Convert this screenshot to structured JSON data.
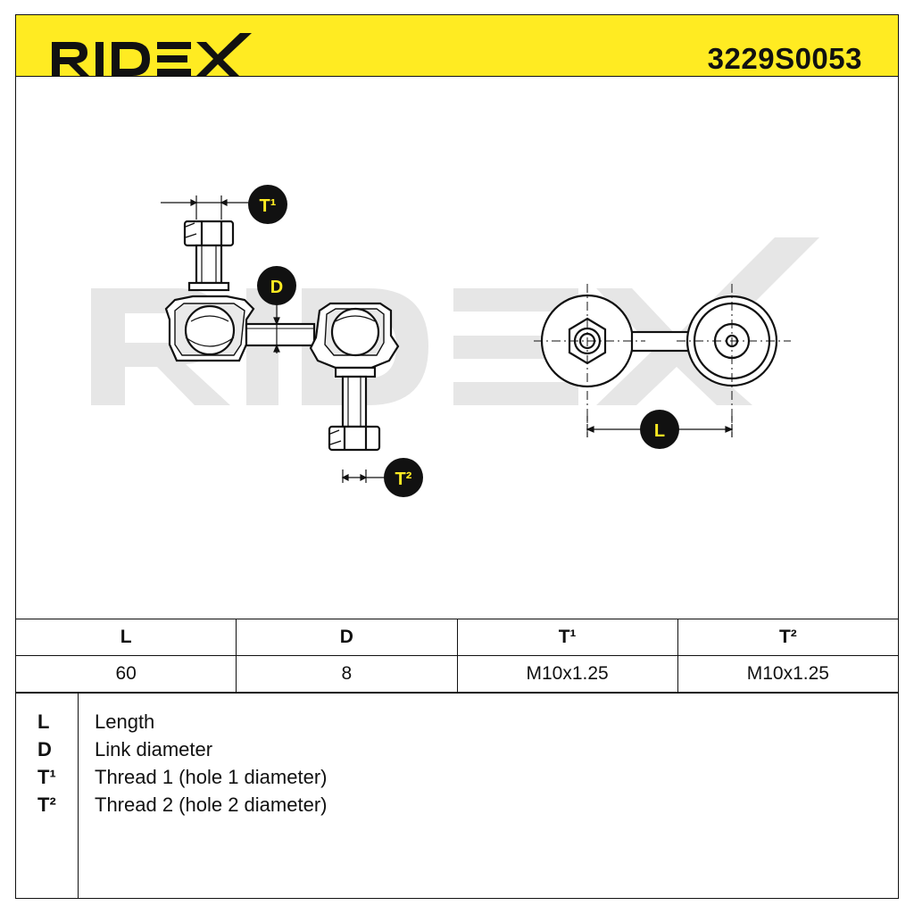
{
  "header": {
    "brand": "RIDEX",
    "part_number": "3229S0053",
    "background_color": "#ffeb22"
  },
  "drawing": {
    "labels": {
      "t1": "T¹",
      "d": "D",
      "t2": "T²",
      "l": "L"
    },
    "watermark": "RIDEX"
  },
  "spec_table": {
    "headers": [
      "L",
      "D",
      "T¹",
      "T²"
    ],
    "values": [
      "60",
      "8",
      "M10x1.25",
      "M10x1.25"
    ]
  },
  "legend": [
    {
      "key": "L",
      "description": "Length"
    },
    {
      "key": "D",
      "description": "Link diameter"
    },
    {
      "key": "T¹",
      "description": "Thread 1 (hole 1 diameter)"
    },
    {
      "key": "T²",
      "description": "Thread 2 (hole 2 diameter)"
    }
  ]
}
